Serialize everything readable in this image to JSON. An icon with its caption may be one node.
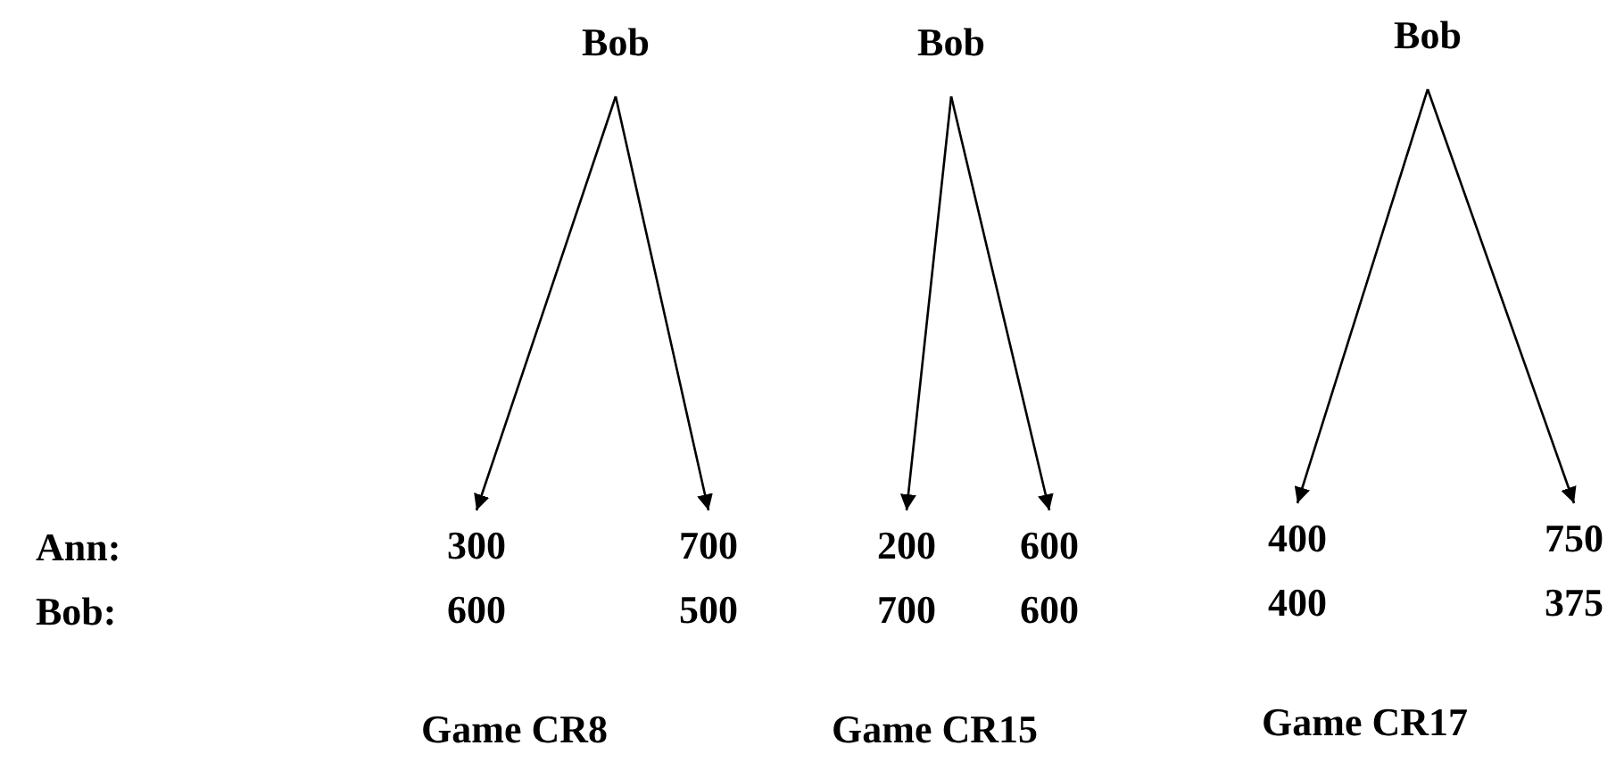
{
  "diagram": {
    "nodes": [
      {
        "text": [
          "Bob"
        ]
      },
      {
        "text": [
          "300",
          "600"
        ]
      },
      {
        "text": [
          "700",
          "500"
        ]
      },
      {
        "text": [
          "Bob"
        ]
      },
      {
        "text": [
          "200",
          "700"
        ]
      },
      {
        "text": [
          "600",
          "600"
        ]
      },
      {
        "text": [
          "Bob"
        ]
      },
      {
        "text": [
          "400",
          "400"
        ]
      },
      {
        "text": [
          "750",
          "375"
        ]
      }
    ],
    "edges": [
      {
        "from": 0,
        "to": 1,
        "arrow": "to"
      },
      {
        "from": 0,
        "to": 2,
        "arrow": "to"
      },
      {
        "from": 3,
        "to": 4,
        "arrow": "to"
      },
      {
        "from": 3,
        "to": 5,
        "arrow": "to"
      },
      {
        "from": 6,
        "to": 7,
        "arrow": "to"
      },
      {
        "from": 6,
        "to": 8,
        "arrow": "to"
      }
    ],
    "labels": [
      "Ann:",
      "Bob:",
      "Game CR8",
      "Game CR15",
      "Game CR17"
    ]
  }
}
